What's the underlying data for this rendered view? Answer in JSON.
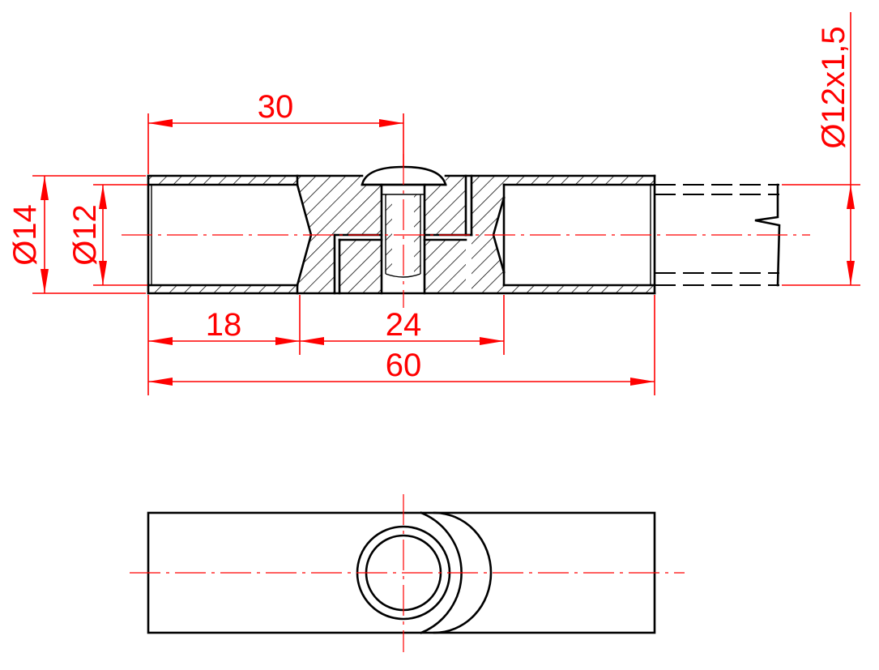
{
  "colors": {
    "object_line": "#000000",
    "dimension": "#ff0000",
    "center_line": "#ff0000",
    "background": "#ffffff"
  },
  "dimensions": {
    "overall_length": "60",
    "to_center": "30",
    "left_bore_depth": "18",
    "middle_length": "24",
    "outer_diameter": "Ø14",
    "inner_diameter": "Ø12",
    "thread": "Ø12x1,5"
  }
}
